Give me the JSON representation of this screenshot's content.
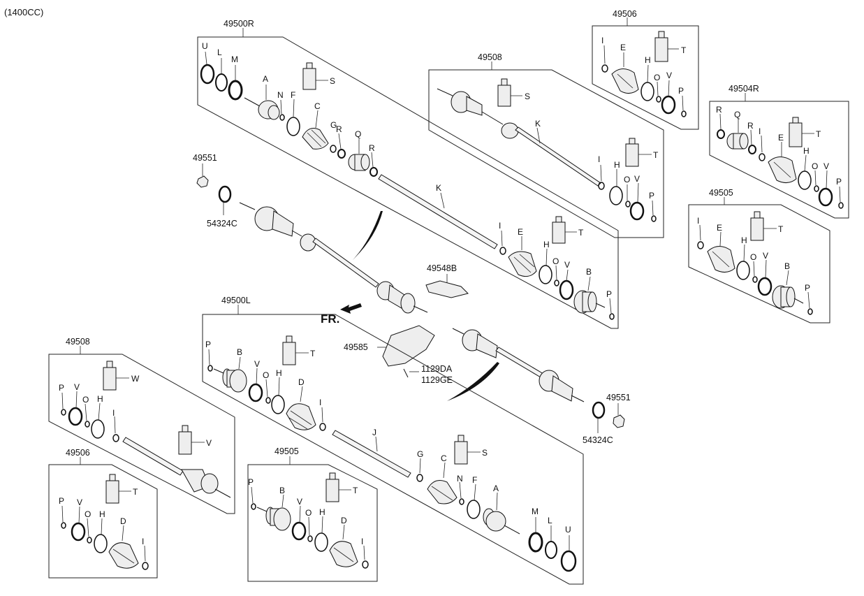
{
  "engine_note": "(1400CC)",
  "assemblies": {
    "front_right": "49500R",
    "front_left": "49500L",
    "shaft_kit_top": "49508",
    "shaft_kit_left": "49508",
    "boot_kit_top": "49506",
    "boot_kit_bottom": "49506",
    "boot_kit_right_outer": "49504R",
    "boot_kit_right": "49505",
    "boot_kit_bottom_mid": "49505"
  },
  "standalone_parts": {
    "nut_top": "49551",
    "washer_top": "54324C",
    "bracket": "49548B",
    "heat_shield": "49585",
    "bolt_1": "1129DA",
    "bolt_2": "1129GE",
    "nut_bottom": "49551",
    "washer_bottom": "54324C"
  },
  "direction": "FR.",
  "letters": {
    "U": "U",
    "L": "L",
    "M": "M",
    "A": "A",
    "N": "N",
    "F": "F",
    "C": "C",
    "G": "G",
    "R": "R",
    "Q": "Q",
    "S": "S",
    "K": "K",
    "I": "I",
    "E": "E",
    "T": "T",
    "H": "H",
    "O": "O",
    "V": "V",
    "B": "B",
    "P": "P",
    "D": "D",
    "J": "J",
    "W": "W"
  }
}
